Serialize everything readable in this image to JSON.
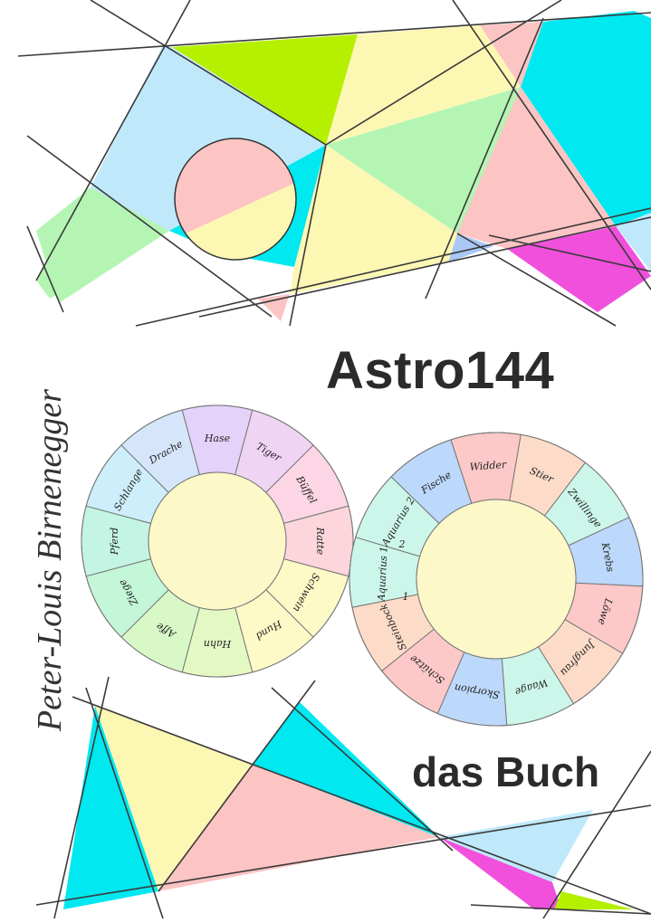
{
  "title": "Astro144",
  "subtitle": "das Buch",
  "author": "Peter-Louis Birnenegger",
  "colors": {
    "sky": "#bfe9fb",
    "lime": "#b4f000",
    "yellow": "#fdf7b4",
    "mint": "#b4f5b4",
    "cyan": "#00e8f0",
    "pink": "#fdc4c4",
    "magenta": "#f050dc",
    "circle_center": "#fdf8c8"
  },
  "chinese_wheel": {
    "signs": [
      "Hase",
      "Tiger",
      "Büffel",
      "Ratte",
      "Schwein",
      "Hund",
      "Hahn",
      "Affe",
      "Ziege",
      "Pferd",
      "Schlange",
      "Drache"
    ],
    "colors": [
      "#e4d2fa",
      "#f0d4f4",
      "#fcd6e4",
      "#fcd6dc",
      "#fdfac8",
      "#fdfac8",
      "#e4f8c4",
      "#d8f8c8",
      "#c4f6d8",
      "#c4f4e4",
      "#cdeefa",
      "#d6e6fa"
    ]
  },
  "western_wheel": {
    "signs": [
      "Widder",
      "Stier",
      "Zwillinge",
      "Krebs",
      "Löwe",
      "Jungfrau",
      "Waage",
      "Skorpion",
      "Schütze",
      "Steinbock",
      "Aquarius 1",
      "Aquarius 2",
      "Fische"
    ],
    "inner_marks": [
      "1",
      "2"
    ],
    "colors": [
      "#fcc8c8",
      "#fcdcc8",
      "#cdf6ea",
      "#bcd8fa",
      "#fcc8c8",
      "#fcdcc8",
      "#cdf6ea",
      "#bcd8fa",
      "#fcc8c8",
      "#fcdcc8",
      "#cdf6ea",
      "#cdf6ea",
      "#bcd8fa"
    ]
  }
}
